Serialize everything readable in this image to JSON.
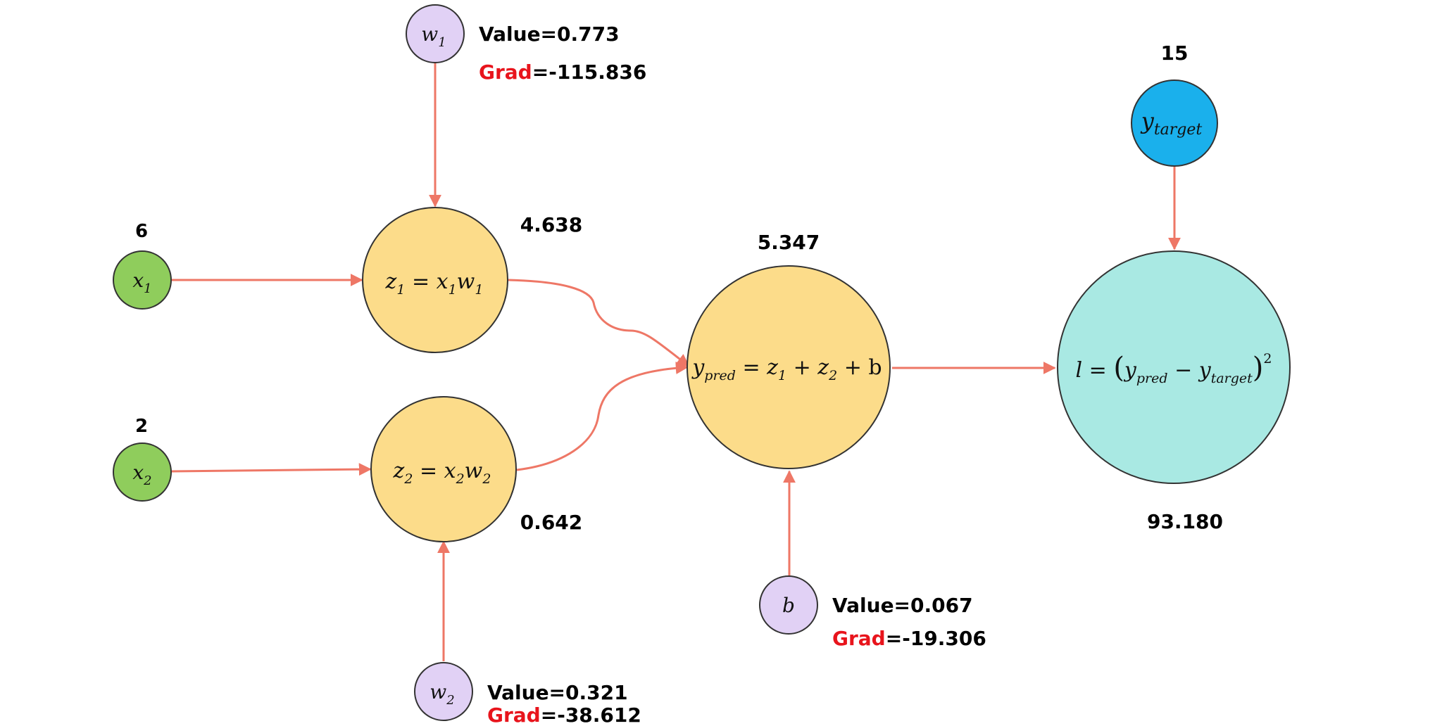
{
  "colors": {
    "input_node": "#8fcd5c",
    "weight_node": "#e1d1f5",
    "op_node": "#fcdc8a",
    "target_node": "#1ab0ec",
    "loss_node": "#a9e9e3",
    "edge": "#ee7766",
    "grad_label": "#e8141c"
  },
  "nodes": {
    "x1": {
      "sym": "x",
      "sub": "1",
      "value": "6"
    },
    "x2": {
      "sym": "x",
      "sub": "2",
      "value": "2"
    },
    "w1": {
      "sym": "w",
      "sub": "1",
      "value_label": "Value=0.773",
      "grad_word": "Grad",
      "grad_value": "=-115.836"
    },
    "w2": {
      "sym": "w",
      "sub": "2",
      "value_label": "Value=0.321",
      "grad_word": "Grad",
      "grad_value": "=-38.612"
    },
    "b": {
      "sym": "b",
      "value_label": "Value=0.067",
      "grad_word": "Grad",
      "grad_value": "=-19.306"
    },
    "z1": {
      "value": "4.638",
      "eq": {
        "lhs": "z",
        "lhs_sub": "1",
        "op": " = ",
        "a": "x",
        "a_sub": "1",
        "c": "w",
        "c_sub": "1"
      }
    },
    "z2": {
      "value": "0.642",
      "eq": {
        "lhs": "z",
        "lhs_sub": "2",
        "op": " = ",
        "a": "x",
        "a_sub": "2",
        "c": "w",
        "c_sub": "2"
      }
    },
    "ypred": {
      "value": "5.347",
      "eq": {
        "y": "y",
        "y_sub": "pred",
        "op": " = ",
        "t1": "z",
        "t1_sub": "1",
        "plus": " + ",
        "t2": "z",
        "t2_sub": "2",
        "plus2": " + ",
        "bias": "b"
      }
    },
    "ytarget": {
      "sym": "y",
      "sub": "target",
      "value": "15"
    },
    "loss": {
      "value": "93.180",
      "eq": {
        "l": "l",
        "op": " = ",
        "lparen": "(",
        "y1": "y",
        "y1_sub": "pred",
        "minus": " − ",
        "y2": "y",
        "y2_sub": "target",
        "rparen": ")",
        "pow": "2"
      }
    }
  }
}
